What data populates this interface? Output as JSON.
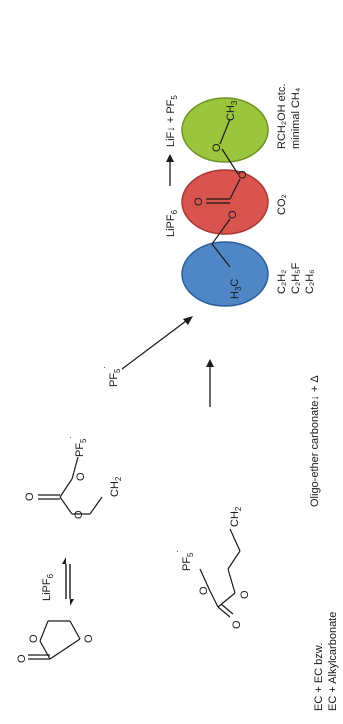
{
  "labels": {
    "reactant": "EC + EC bzw.",
    "reactant2": "EC + Alkylcarbonate",
    "reagent": "LiPF",
    "reagent_sub": "6",
    "pf5_top": "PF",
    "pf5_top_sub": "5",
    "pf5_top_sup": "˙",
    "pf5_mid": "PF",
    "pf5_mid_sub": "5",
    "pf5_mid_sup": "˙",
    "pf5_arrow": "PF",
    "pf5_arrow_sub": "5",
    "pf5_arrow_sup": "˙",
    "oligo": "Oligo-ether carbonate↓ + Δ",
    "lipf6_decomp": "LiPF",
    "lipf6_decomp_sub": "6",
    "decomp_products": "LiF↓ + PF",
    "decomp_products_sub": "5",
    "ch2_a": "CH",
    "ch2_a_sub": "2",
    "ch2_b": "CH",
    "ch2_b_sub": "2",
    "h3c": "H",
    "h3c_sub": "3",
    "h3c_end": "C",
    "ch3": "CH",
    "ch3_sub": "3",
    "o_ring1": "O",
    "o_ring2": "O",
    "o_ring3": "O",
    "o_m1a": "O",
    "o_m1b": "O",
    "o_m1c": "O",
    "o_m2a": "O",
    "o_m2b": "O",
    "o_m2c": "O",
    "o_ov1": "O",
    "o_ov2": "O",
    "o_ov3": "O",
    "o_ov4": "O"
  },
  "gases": {
    "left": [
      "C₂H₂",
      "C₂H₅F",
      "C₂H₆"
    ],
    "mid": "CO₂",
    "right": [
      "RCH₂OH etc.",
      "minimal CH₄"
    ]
  },
  "colors": {
    "blue": "#4f86c6",
    "red": "#d9534f",
    "green": "#9bc53d",
    "ink": "#1a1a1a"
  }
}
